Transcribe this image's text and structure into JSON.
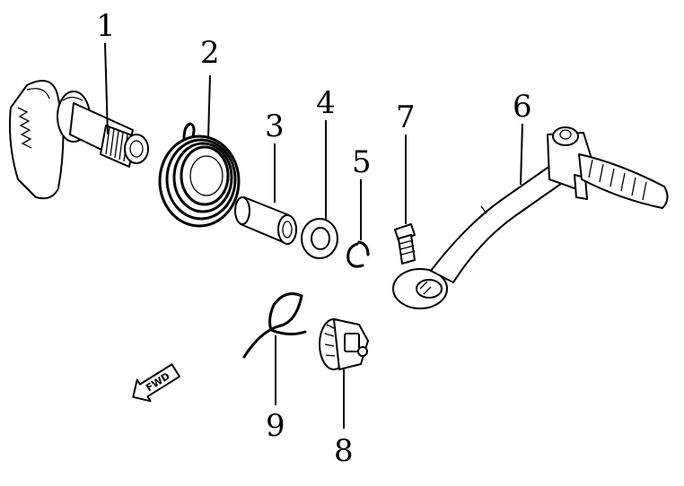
{
  "parts": [
    {
      "id": "1",
      "label": "1",
      "name": "kick-starter-spindle"
    },
    {
      "id": "2",
      "label": "2",
      "name": "return-spring"
    },
    {
      "id": "3",
      "label": "3",
      "name": "spacer-collar"
    },
    {
      "id": "4",
      "label": "4",
      "name": "washer"
    },
    {
      "id": "5",
      "label": "5",
      "name": "circlip"
    },
    {
      "id": "6",
      "label": "6",
      "name": "kick-starter-pedal"
    },
    {
      "id": "7",
      "label": "7",
      "name": "bolt"
    },
    {
      "id": "8",
      "label": "8",
      "name": "ratchet-gear"
    },
    {
      "id": "9",
      "label": "9",
      "name": "ratchet-spring"
    }
  ],
  "direction_marker": {
    "text": "FWD"
  }
}
